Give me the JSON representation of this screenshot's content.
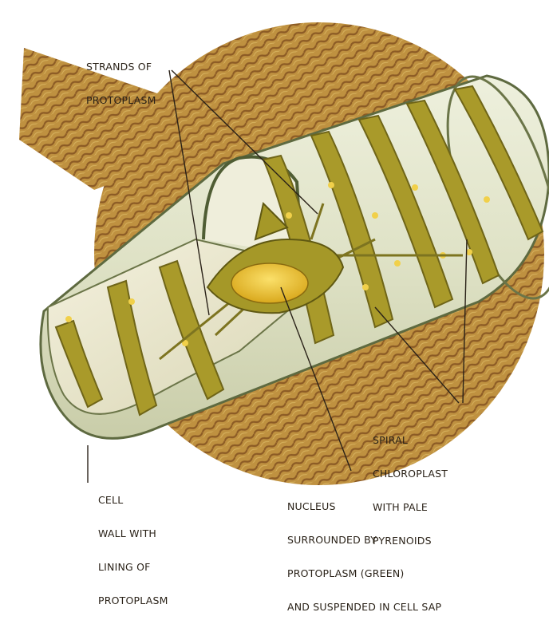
{
  "labels": {
    "strands": {
      "line1": "STRANDS OF",
      "line2": "PROTOPLASM"
    },
    "spiral": {
      "line1": "SPIRAL",
      "line2": "CHLOROPLAST",
      "line3": "WITH PALE",
      "line4": "PYRENOIDS"
    },
    "cell_wall": {
      "line1": "CELL",
      "line2": "WALL WITH",
      "line3": "LINING OF",
      "line4": "PROTOPLASM"
    },
    "nucleus": {
      "line1": "NUCLEUS",
      "line2": "SURROUNDED BY",
      "line3": "PROTOPLASM (GREEN)",
      "line4": "AND SUSPENDED IN CELL SAP"
    }
  },
  "colors": {
    "background_cells": "#b98a3a",
    "background_cells_dark": "#8a5a22",
    "cell_wall": "#d9dcc0",
    "chloroplast": "#a79a28",
    "nucleus": "#f2c530",
    "label_text": "#2a2218"
  }
}
